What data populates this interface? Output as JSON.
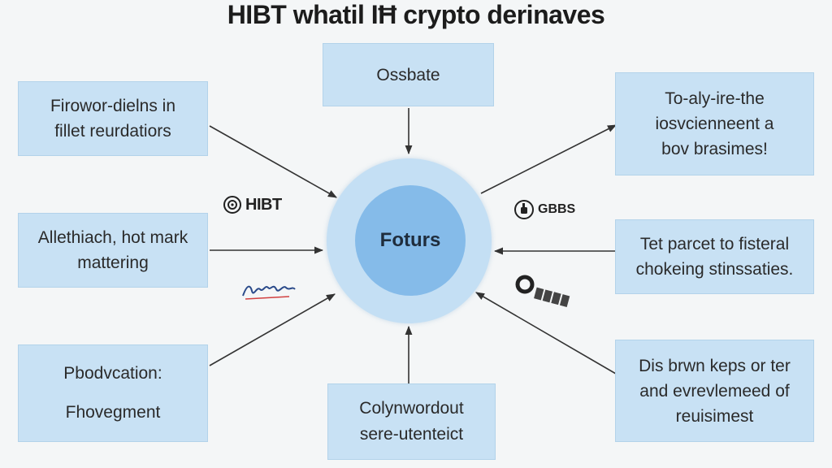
{
  "title": "HIBT whatil IĦ crypto derinaves",
  "hub": {
    "label": "Foturs"
  },
  "boxes": {
    "top": {
      "lines": [
        "Ossbate"
      ]
    },
    "left_top": {
      "lines": [
        "Firowor‐dielns in",
        "fillet reurdatiors"
      ]
    },
    "left_mid": {
      "lines": [
        "Allethiach, hot mark",
        "mattering"
      ]
    },
    "left_bottom": {
      "lines": [
        "Pbodvcation:",
        "Fhovegment"
      ]
    },
    "bottom": {
      "lines": [
        "Colynwordout",
        "sere‐utenteict"
      ]
    },
    "right_top": {
      "lines": [
        "To‐aly‐ire‐the",
        "iosvcienneent a",
        "bov brasimes!"
      ]
    },
    "right_mid": {
      "lines": [
        "Tet parcet to fisteral",
        "chokeing stinssaties."
      ]
    },
    "right_bottom": {
      "lines": [
        "Dis brwn keps or ter",
        "and evrevlemeed of",
        "reuisimest"
      ]
    }
  },
  "logos": {
    "hibt": {
      "text": "HIBT",
      "icon": "target-icon"
    },
    "gbbs": {
      "text": "GBBS",
      "icon": "hand-icon"
    },
    "signature": {
      "icon": "signature-logo"
    },
    "ring": {
      "icon": "ring-logo"
    }
  },
  "colors": {
    "box_fill": "#c8e1f4",
    "hub_outer": "#c4dff4",
    "hub_inner": "#85bbe9",
    "arrow": "#333333"
  }
}
